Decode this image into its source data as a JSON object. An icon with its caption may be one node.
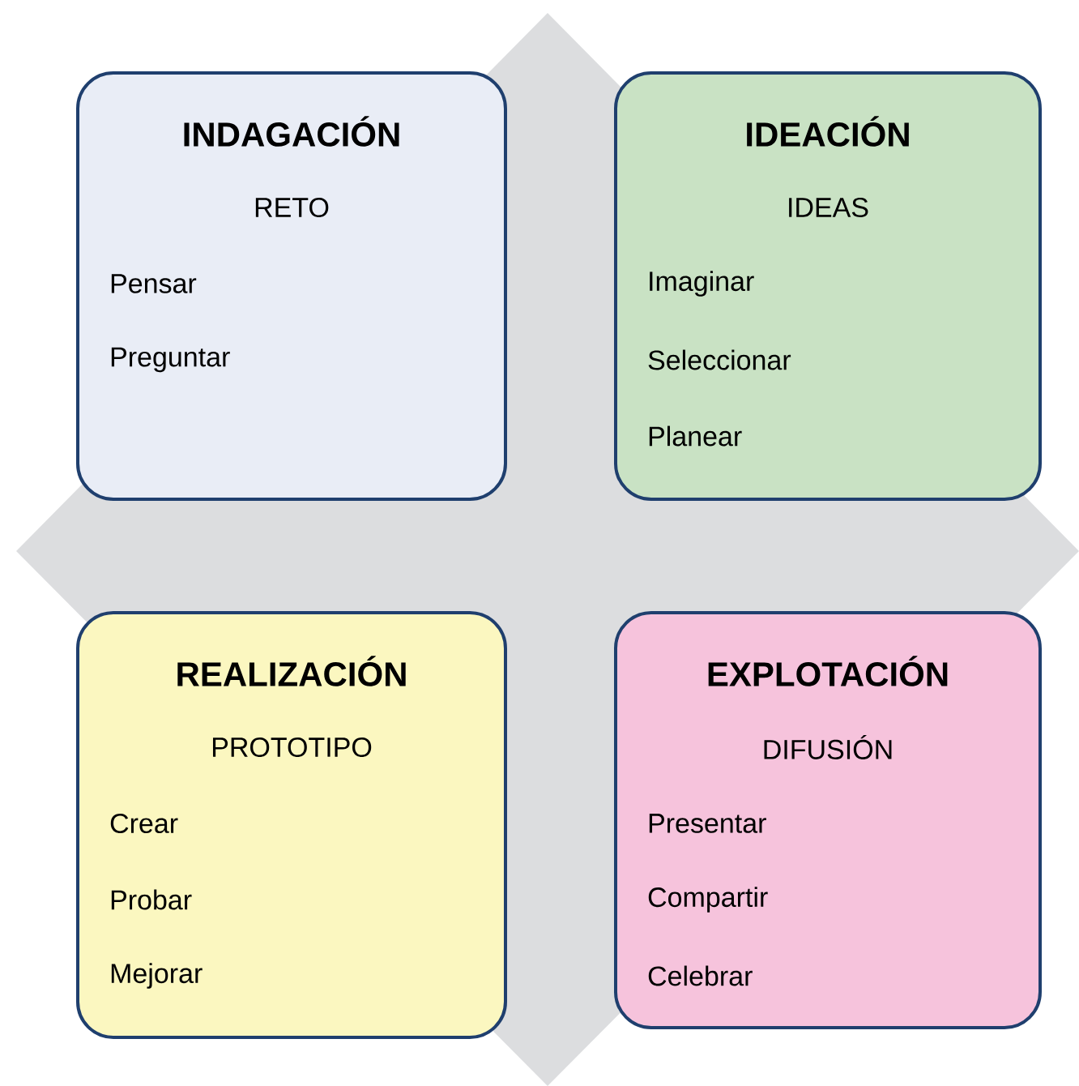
{
  "diagram": {
    "nodes": [
      {
        "text": [
          "INDAGACIÓN",
          "RETO",
          "Pensar",
          "Preguntar"
        ]
      },
      {
        "text": [
          "IDEACIÓN",
          "IDEAS",
          "Imaginar",
          "Seleccionar",
          "Planear"
        ]
      },
      {
        "text": [
          "REALIZACIÓN",
          "PROTOTIPO",
          "Crear",
          "Probar",
          "Mejorar"
        ]
      },
      {
        "text": [
          "EXPLOTACIÓN",
          "DIFUSIÓN",
          "Presentar",
          "Compartir",
          "Celebrar"
        ]
      }
    ]
  }
}
